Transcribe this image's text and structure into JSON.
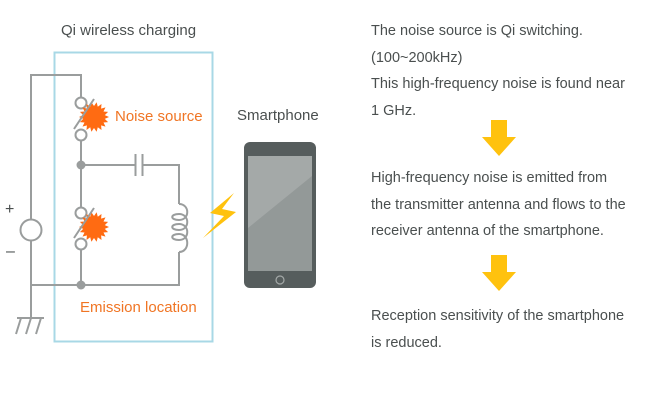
{
  "diagram": {
    "title": "Qi wireless charging",
    "smartphone_label": "Smartphone",
    "noise_source_label": "Noise source",
    "emission_location_label": "Emission location",
    "source_polarity": {
      "plus": "+",
      "minus": "–"
    },
    "colors": {
      "wire": "#9a9d9d",
      "box": "#a8d8e6",
      "noise": "#ff6b12",
      "accent_orange_text": "#f07524",
      "bolt": "#ffc20e",
      "phone_body": "#565d5d",
      "phone_screen": "#a4a9a8",
      "phone_screen_shade": "#939998"
    }
  },
  "explanation": {
    "step1_lines": [
      "The noise source is Qi switching.",
      "(100~200kHz)",
      "This high-frequency noise is found near",
      "1 GHz."
    ],
    "step2_lines": [
      "High-frequency noise is emitted from",
      "the transmitter antenna and flows to the",
      "receiver antenna of the smartphone."
    ],
    "step3_lines": [
      "Reception sensitivity of the smartphone",
      "is reduced."
    ],
    "arrow_color": "#ffc20e"
  }
}
